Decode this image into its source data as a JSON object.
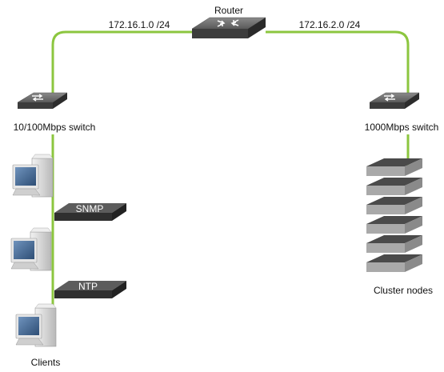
{
  "labels": {
    "router": "Router",
    "subnet_left": "172.16.1.0 /24",
    "subnet_right": "172.16.2.0 /24",
    "switch_left": "10/100Mbps switch",
    "switch_right": "1000Mbps switch",
    "snmp": "SNMP",
    "ntp": "NTP",
    "clients": "Clients",
    "cluster_nodes": "Cluster nodes"
  },
  "colors": {
    "link": "#8cc63f",
    "device_top": "#6b6b6b",
    "device_side": "#3e3e3e",
    "server_dark": "#3a3a3a",
    "server_light": "#a7a7a7",
    "computer_body": "#d9d9d9",
    "screen": "#4a6f99"
  }
}
